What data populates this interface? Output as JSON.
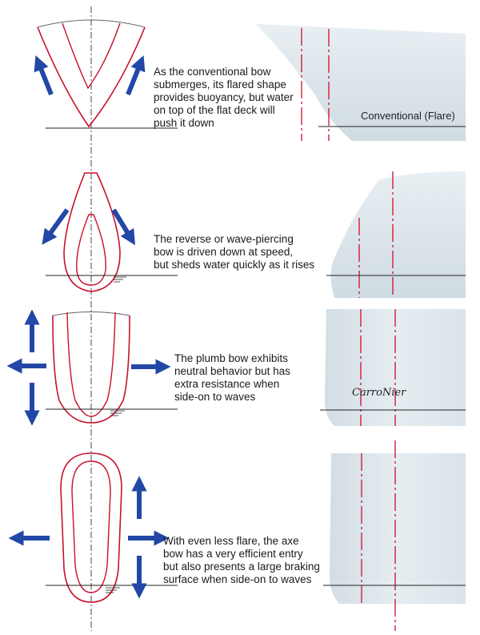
{
  "colors": {
    "hull_line": "#c8102e",
    "arrow": "#2347a6",
    "hull_fill": "#dde6ec",
    "guide": "#333333"
  },
  "panels": [
    {
      "caption": "As the conventional bow\nsubmerges, its flared shape\nprovides buoyancy, but water\non top of the flat deck will\npush it down",
      "side_label": "Conventional (Flare)"
    },
    {
      "caption": "The reverse or wave-piercing\nbow is driven down at speed,\nbut sheds water quickly as it rises"
    },
    {
      "caption": "The plumb bow exhibits\nneutral behavior but has\nextra resistance when\nside-on to waves",
      "signature": "CarroNier"
    },
    {
      "caption": "With even less flare, the axe\nbow has a very efficient entry\nbut also presents a large braking\nsurface when side-on to waves"
    }
  ]
}
